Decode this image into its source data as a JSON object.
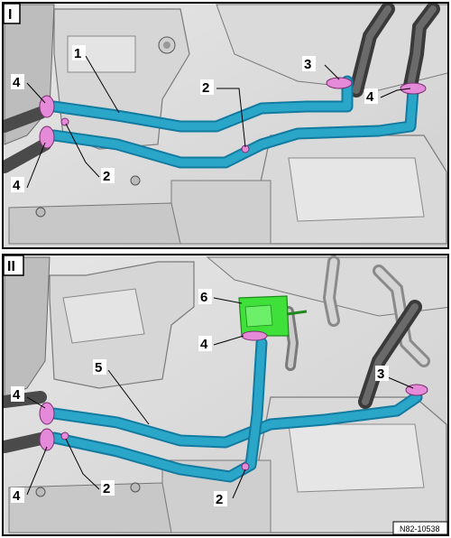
{
  "panels": [
    {
      "id": "I",
      "label": "I"
    },
    {
      "id": "II",
      "label": "II"
    }
  ],
  "callouts": {
    "p1_1": "1",
    "p1_2a": "2",
    "p1_2b": "2",
    "p1_3": "3",
    "p1_4a": "4",
    "p1_4b": "4",
    "p1_4c": "4",
    "p2_2a": "2",
    "p2_2b": "2",
    "p2_3": "3",
    "p2_4a": "4",
    "p2_4b": "4",
    "p2_4c": "4",
    "p2_5": "5",
    "p2_6": "6"
  },
  "reference_code": "N82-10538",
  "colors": {
    "hose": "#2aa6c8",
    "hose_dark": "#137aa0",
    "clip": "#e48ad8",
    "highlight_part": "#3fe03a",
    "background_part": "#c9c9c9",
    "frame": "#000000"
  }
}
